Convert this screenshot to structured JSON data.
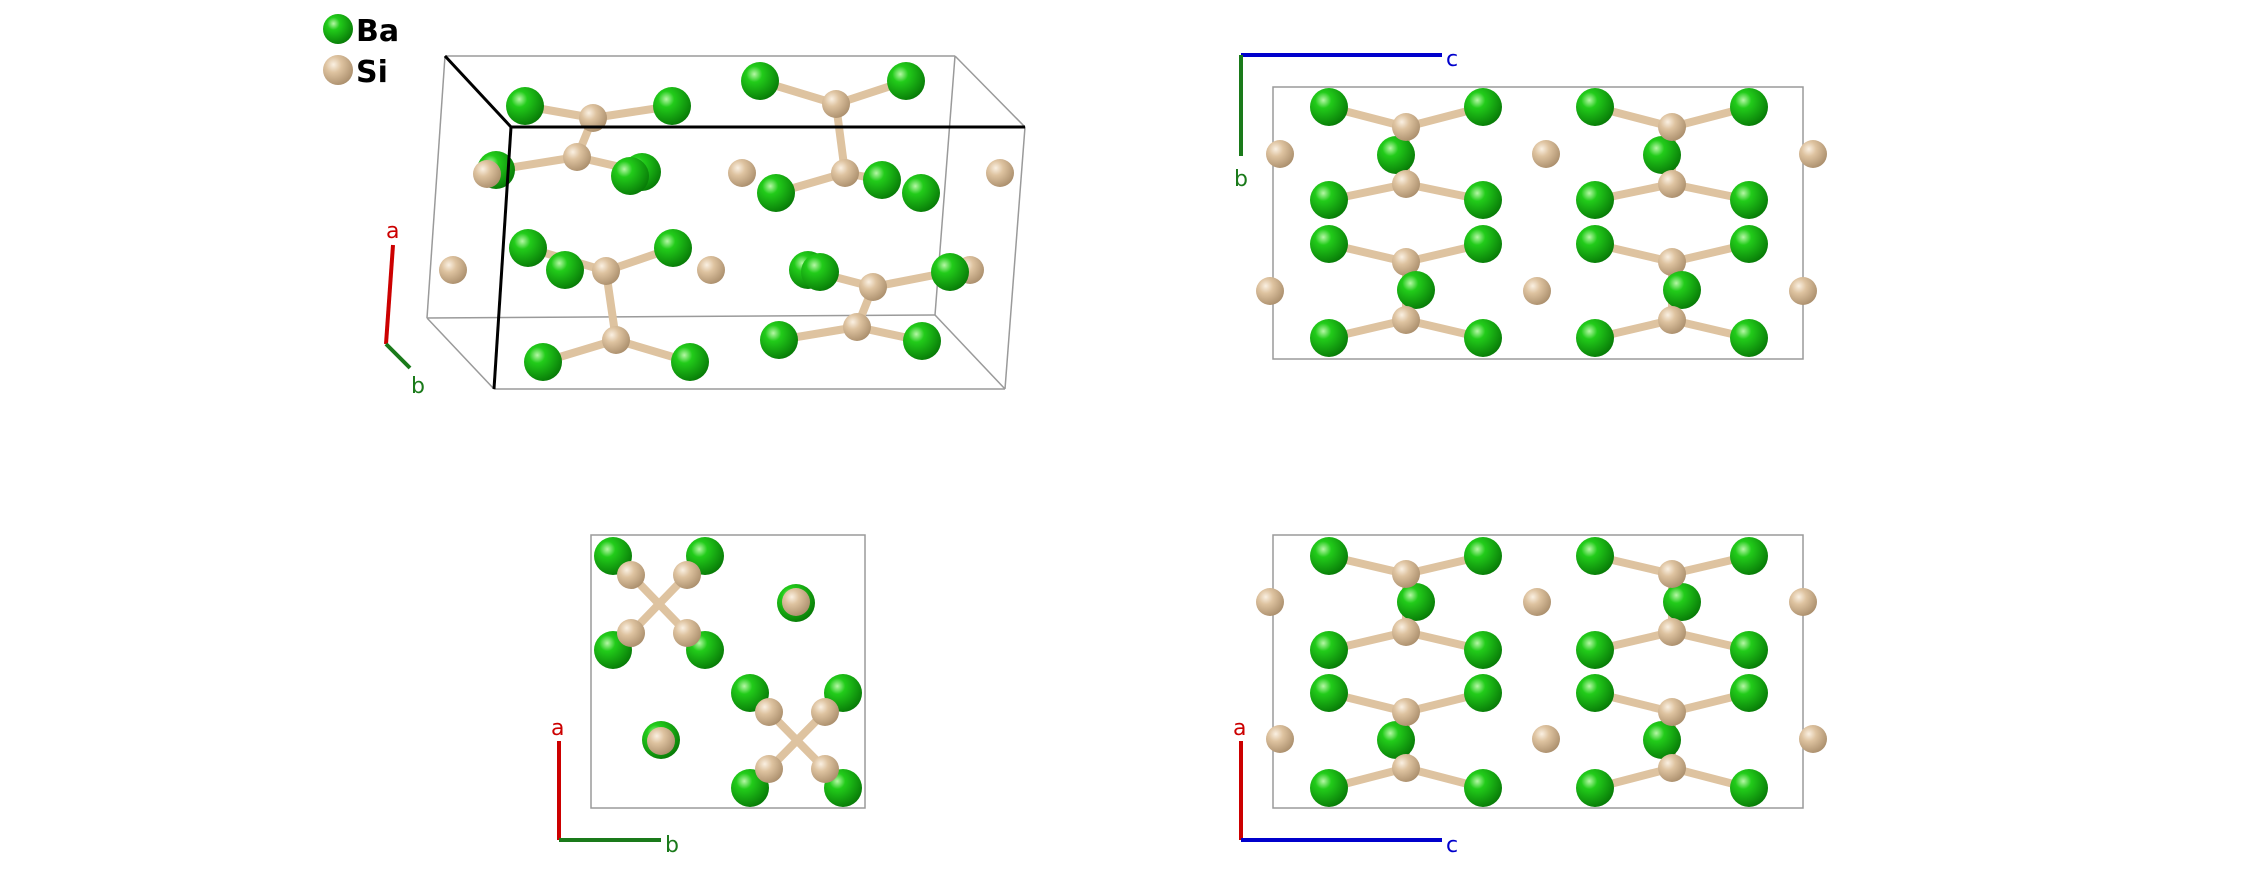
{
  "legend": [
    {
      "label": "Ba",
      "color": "#12b812"
    },
    {
      "label": "Si",
      "color": "#dec3a0"
    }
  ],
  "colors": {
    "ba": "#12b812",
    "si": "#dec3a0",
    "bond": "#dec3a0",
    "cell": "#9a9a9a",
    "axis_a": "#cc0000",
    "axis_b": "#1a7a1a",
    "axis_c": "#0000cc"
  },
  "views": [
    {
      "name": "perspective-view",
      "axes": [
        "a",
        "b"
      ]
    },
    {
      "name": "view-along-a",
      "axes": [
        "c",
        "b"
      ]
    },
    {
      "name": "view-along-c",
      "axes": [
        "a",
        "b"
      ]
    },
    {
      "name": "view-along-b",
      "axes": [
        "a",
        "c"
      ]
    }
  ]
}
